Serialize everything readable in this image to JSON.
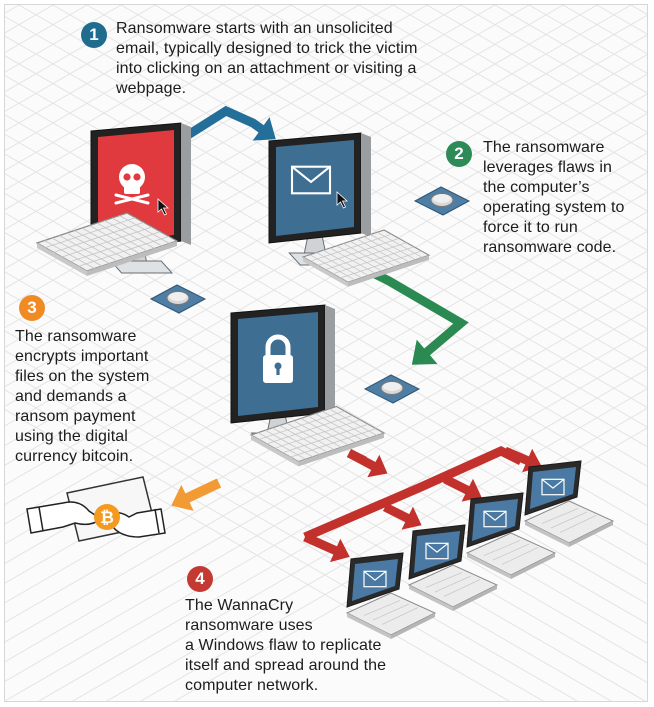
{
  "colors": {
    "step1": "#1f6c8e",
    "step2": "#2e8b57",
    "step3": "#f08a24",
    "step4": "#c43a32",
    "screen_blue": "#3f6e93",
    "screen_red": "#e0393e",
    "arrow_blue": "#236f9a",
    "arrow_green": "#2a8a52",
    "arrow_red": "#c3312d",
    "arrow_orange": "#f29a33"
  },
  "steps": [
    {
      "number": "1",
      "text": "Ransomware starts with an unsolicited email, typically designed to trick the victim into clicking on an attachment or visiting a webpage."
    },
    {
      "number": "2",
      "text": "The ransomware leverages flaws in the computer's operating system to force it to run ransomware code."
    },
    {
      "number": "3",
      "text": "The ransomware encrypts important files on the system and demands a ransom payment using the digital currency bitcoin."
    },
    {
      "number": "4",
      "text": "The WannaCry ransomware uses a Windows flaw to replicate itself and spread around the computer network."
    }
  ],
  "step_lines": {
    "s1": [
      "Ransomware starts with an unsolicited",
      "email, typically designed to trick the victim",
      "into clicking on an attachment or visiting a",
      "webpage."
    ],
    "s2": [
      "The ransomware",
      "leverages flaws in",
      "the computer’s",
      "operating system to",
      "force it to run",
      "ransomware code."
    ],
    "s3": [
      "The ransomware",
      "encrypts important",
      "files on the system",
      "and demands a",
      "ransom payment",
      "using the digital",
      "currency bitcoin."
    ],
    "s4": [
      "The WannaCry",
      "ransomware uses",
      "a Windows flaw to replicate",
      "itself and spread around the",
      "computer network."
    ]
  },
  "icons": {
    "infected_monitor": "skull-icon",
    "email_monitor": "envelope-icon",
    "locked_monitor": "padlock-icon",
    "bitcoin": "bitcoin-icon",
    "network_laptops": "envelope-icon"
  }
}
